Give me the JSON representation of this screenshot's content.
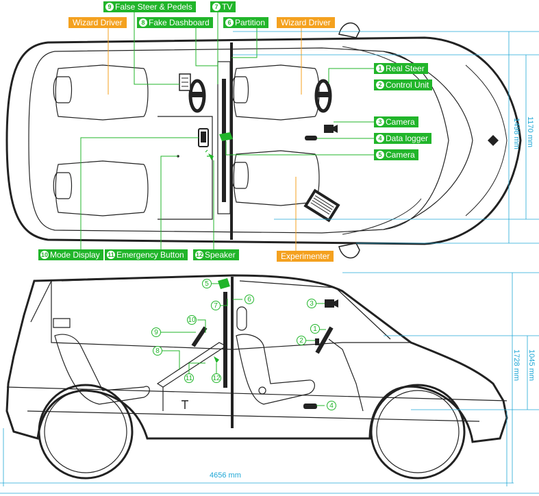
{
  "top_view": {
    "labels": {
      "wizard_driver_left": "Wizard Driver",
      "wizard_driver_right": "Wizard Driver",
      "experimenter": "Experimenter",
      "false_steer": {
        "num": "9",
        "text": "False Steer & Pedels"
      },
      "tv": {
        "num": "7",
        "text": "TV"
      },
      "fake_dashboard": {
        "num": "8",
        "text": "Fake Dashboard"
      },
      "partition": {
        "num": "6",
        "text": "Partition"
      },
      "real_steer": {
        "num": "1",
        "text": "Real Steer"
      },
      "control_unit": {
        "num": "2",
        "text": "Control Unit"
      },
      "camera_3": {
        "num": "3",
        "text": "Camera"
      },
      "data_logger": {
        "num": "4",
        "text": "Data logger"
      },
      "camera_5": {
        "num": "5",
        "text": "Camera"
      },
      "mode_display": {
        "num": "10",
        "text": "Mode Display"
      },
      "emergency_button": {
        "num": "11",
        "text": "Emergency Button"
      },
      "speaker": {
        "num": "12",
        "text": "Speaker"
      }
    },
    "dimensions": {
      "width_outer": "1498 mm",
      "width_inner": "1170 mm"
    }
  },
  "side_view": {
    "callouts": [
      "1",
      "2",
      "3",
      "4",
      "5",
      "6",
      "7",
      "8",
      "9",
      "10",
      "11",
      "12"
    ],
    "dimensions": {
      "length": "4656 mm",
      "height_outer": "1728 mm",
      "height_inner": "1045 mm"
    }
  },
  "colors": {
    "green": "#21b52a",
    "orange": "#f4a11f",
    "dimension": "#1fa7d6",
    "outline": "#222222"
  }
}
